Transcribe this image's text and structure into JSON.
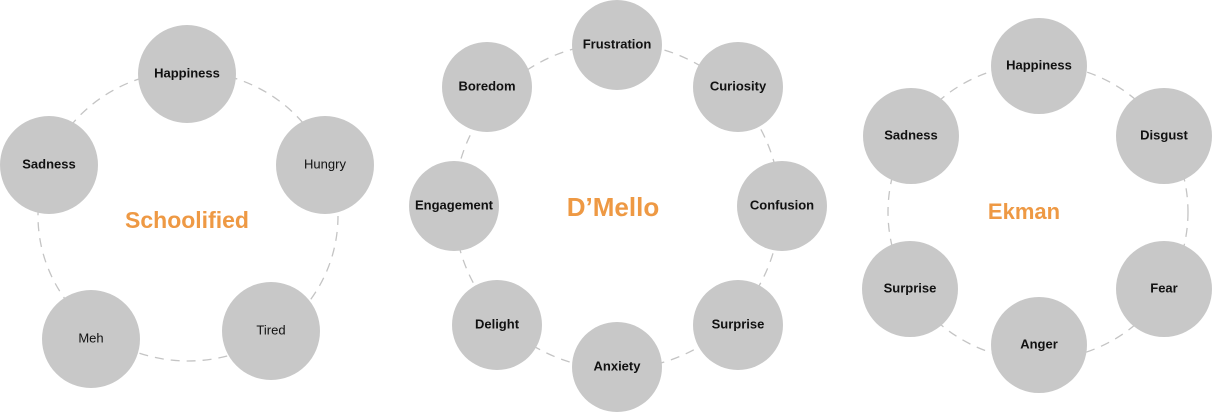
{
  "colors": {
    "node_fill": "#c8c8c8",
    "ring_stroke": "#c4c4c4",
    "title": "#ee9944",
    "label": "#111111"
  },
  "diagrams": [
    {
      "id": "schoolified",
      "title": "Schoolified",
      "nodes": [
        {
          "label": "Happiness",
          "bold": true
        },
        {
          "label": "Hungry",
          "bold": false
        },
        {
          "label": "Tired",
          "bold": false
        },
        {
          "label": "Meh",
          "bold": false
        },
        {
          "label": "Sadness",
          "bold": true
        }
      ]
    },
    {
      "id": "dmello",
      "title": "D’Mello",
      "nodes": [
        {
          "label": "Frustration",
          "bold": true
        },
        {
          "label": "Curiosity",
          "bold": true
        },
        {
          "label": "Confusion",
          "bold": true
        },
        {
          "label": "Surprise",
          "bold": true
        },
        {
          "label": "Anxiety",
          "bold": true
        },
        {
          "label": "Delight",
          "bold": true
        },
        {
          "label": "Engagement",
          "bold": true
        },
        {
          "label": "Boredom",
          "bold": true
        }
      ]
    },
    {
      "id": "ekman",
      "title": "Ekman",
      "nodes": [
        {
          "label": "Happiness",
          "bold": true
        },
        {
          "label": "Disgust",
          "bold": true
        },
        {
          "label": "Fear",
          "bold": true
        },
        {
          "label": "Anger",
          "bold": true
        },
        {
          "label": "Surprise",
          "bold": true
        },
        {
          "label": "Sadness",
          "bold": true
        }
      ]
    }
  ]
}
